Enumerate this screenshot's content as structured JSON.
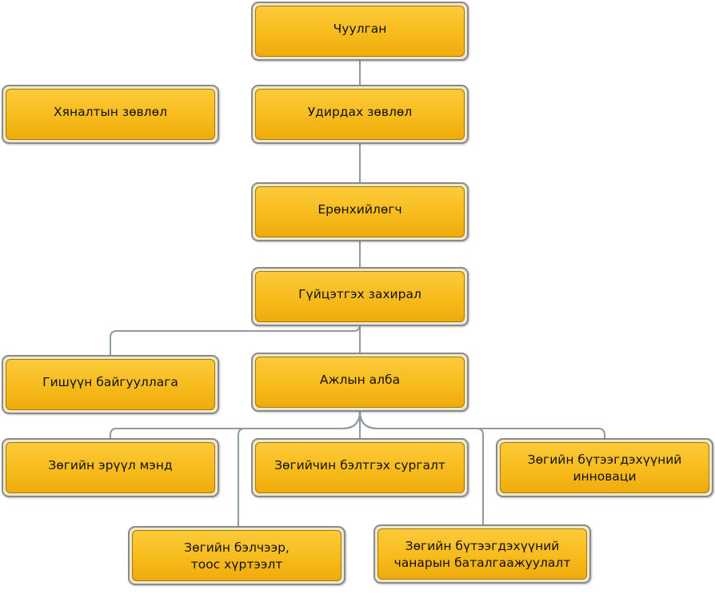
{
  "org_chart": {
    "nodes": {
      "assembly": "Чуулган",
      "supervisory_board": "Хяналтын зөвлөл",
      "board_of_directors": "Удирдах зөвлөл",
      "general_manager": "Ерөнхийлөгч",
      "executive_director": "Гүйцэтгэх захирал",
      "member_organizations": "Гишүүн байгууллага",
      "secretariat": "Ажлын алба",
      "bee_health": "Зөгийн эрүүл мэнд",
      "beekeeper_training": "Зөгийчин бэлтгэх сургалт",
      "bee_product_innovation": "Зөгийн бүтээгдэхүүний\nинноваци",
      "bee_pollination": "Зөгийн бэлчээр,\nтоос хүртээлт",
      "bee_product_quality": "Зөгийн бүтээгдэхүүний\nчанарын баталгаажуулалт"
    }
  }
}
